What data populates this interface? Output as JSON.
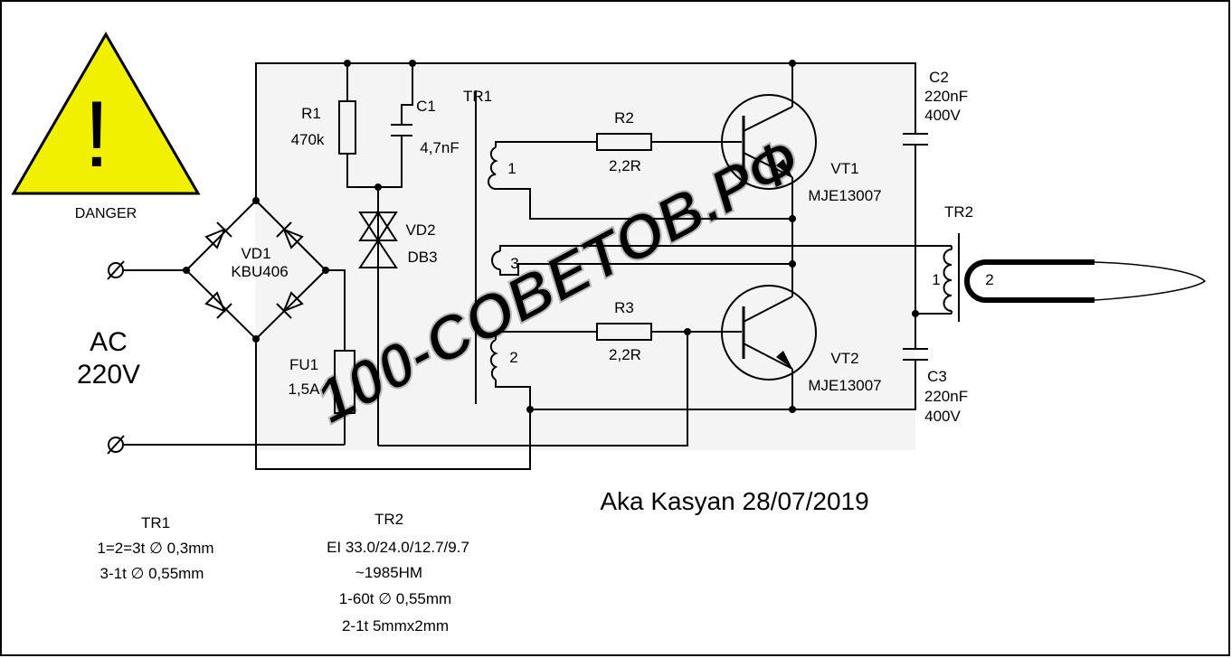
{
  "warning": {
    "sign": "!",
    "label": "DANGER"
  },
  "input": {
    "line1": "AC",
    "line2": "220V"
  },
  "components": {
    "bridge": {
      "ref": "VD1",
      "value": "KBU406"
    },
    "r1": {
      "ref": "R1",
      "value": "470k"
    },
    "c1": {
      "ref": "C1",
      "value": "4,7nF"
    },
    "vd2": {
      "ref": "VD2",
      "value": "DB3"
    },
    "fuse": {
      "ref": "FU1",
      "value": "1,5A"
    },
    "tr1": {
      "ref": "TR1",
      "w1": "1",
      "w2": "2",
      "w3": "3"
    },
    "r2": {
      "ref": "R2",
      "value": "2,2R"
    },
    "r3": {
      "ref": "R3",
      "value": "2,2R"
    },
    "vt1": {
      "ref": "VT1",
      "value": "MJE13007"
    },
    "vt2": {
      "ref": "VT2",
      "value": "MJE13007"
    },
    "c2": {
      "ref": "C2",
      "value": "220nF",
      "voltage": "400V"
    },
    "c3": {
      "ref": "C3",
      "value": "220nF",
      "voltage": "400V"
    },
    "tr2": {
      "ref": "TR2",
      "w1": "1",
      "w2": "2"
    }
  },
  "watermark": "100-COBETOB.PФ",
  "author": "Aka Kasyan 28/07/2019",
  "notes": {
    "tr1": {
      "title": "TR1",
      "lines": [
        "1=2=3t ∅ 0,3mm",
        "3-1t ∅ 0,55mm"
      ]
    },
    "tr2": {
      "title": "TR2",
      "lines": [
        "EI 33.0/24.0/12.7/9.7",
        "~1985HM",
        "1-60t ∅ 0,55mm",
        "2-1t 5mmx2mm"
      ]
    }
  },
  "colors": {
    "warning_fill": "#f0f000",
    "wire": "#000000",
    "watermark": "#dcdcdc"
  }
}
